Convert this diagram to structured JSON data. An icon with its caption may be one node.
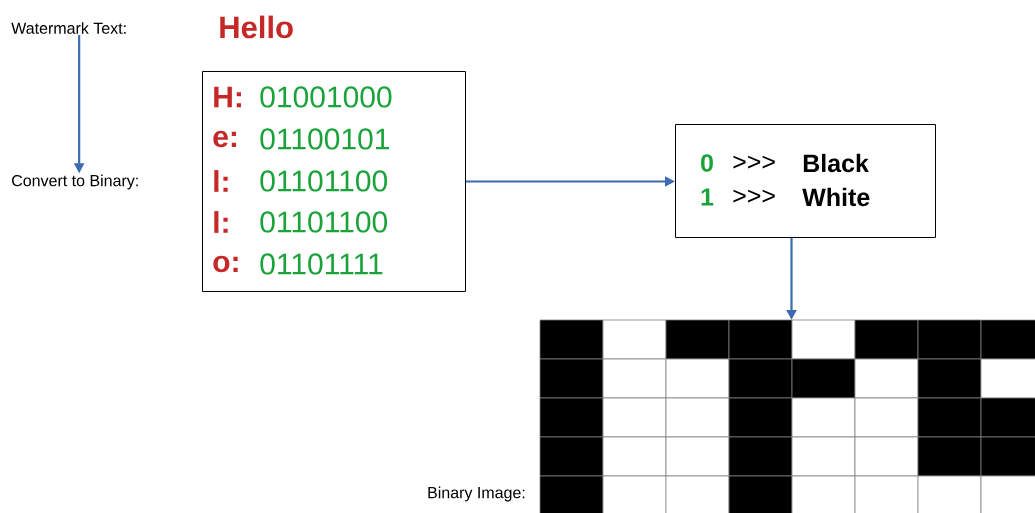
{
  "diagram": {
    "nodes": [
      {
        "text": [
          "Watermark Text:"
        ]
      },
      {
        "text": [
          "Convert to Binary:"
        ]
      },
      {
        "text": [
          "H:",
          "01001000",
          "e:",
          "01100101",
          "l:",
          "01101100",
          "l:",
          "01101100",
          "o:",
          "01101111"
        ]
      },
      {
        "text": [
          "0",
          ">>>",
          "Black",
          "1",
          ">>>",
          "White"
        ]
      },
      {
        "text": [],
        "shape": "grid",
        "beside": [
          "Binary Image:"
        ]
      }
    ],
    "edges": [
      {
        "from": 0,
        "to": 1,
        "arrow": "to"
      },
      {
        "from": 2,
        "to": 3,
        "arrow": "to"
      },
      {
        "from": 3,
        "to": 4,
        "arrow": "to"
      }
    ],
    "labels": [
      "Hello"
    ]
  }
}
